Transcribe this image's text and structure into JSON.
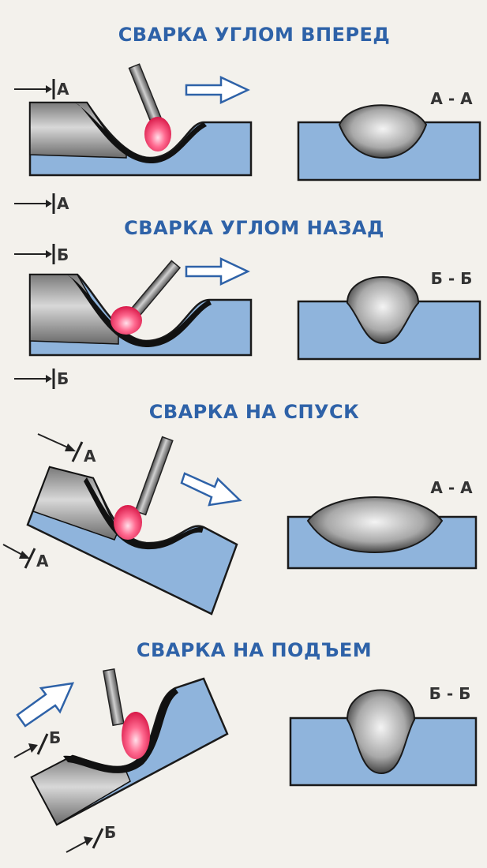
{
  "sections": [
    {
      "title": "СВАРКА УГЛОМ ВПЕРЕД",
      "section_label": "А - А",
      "cut_top": "А",
      "cut_bottom": "А"
    },
    {
      "title": "СВАРКА УГЛОМ НАЗАД",
      "section_label": "Б - Б",
      "cut_top": "Б",
      "cut_bottom": "Б"
    },
    {
      "title": "СВАРКА НА СПУСК",
      "section_label": "А - А",
      "cut_top": "А",
      "cut_bottom": "А"
    },
    {
      "title": "СВАРКА НА ПОДЪЕМ",
      "section_label": "Б - Б",
      "cut_top": "Б",
      "cut_bottom": "Б"
    }
  ],
  "colors": {
    "title": "#2e62a8",
    "plate": "#8fb4dc",
    "weld_metal": "#b9b9b9",
    "flame": "#f04070",
    "arrow_outline": "#2e62a8"
  }
}
